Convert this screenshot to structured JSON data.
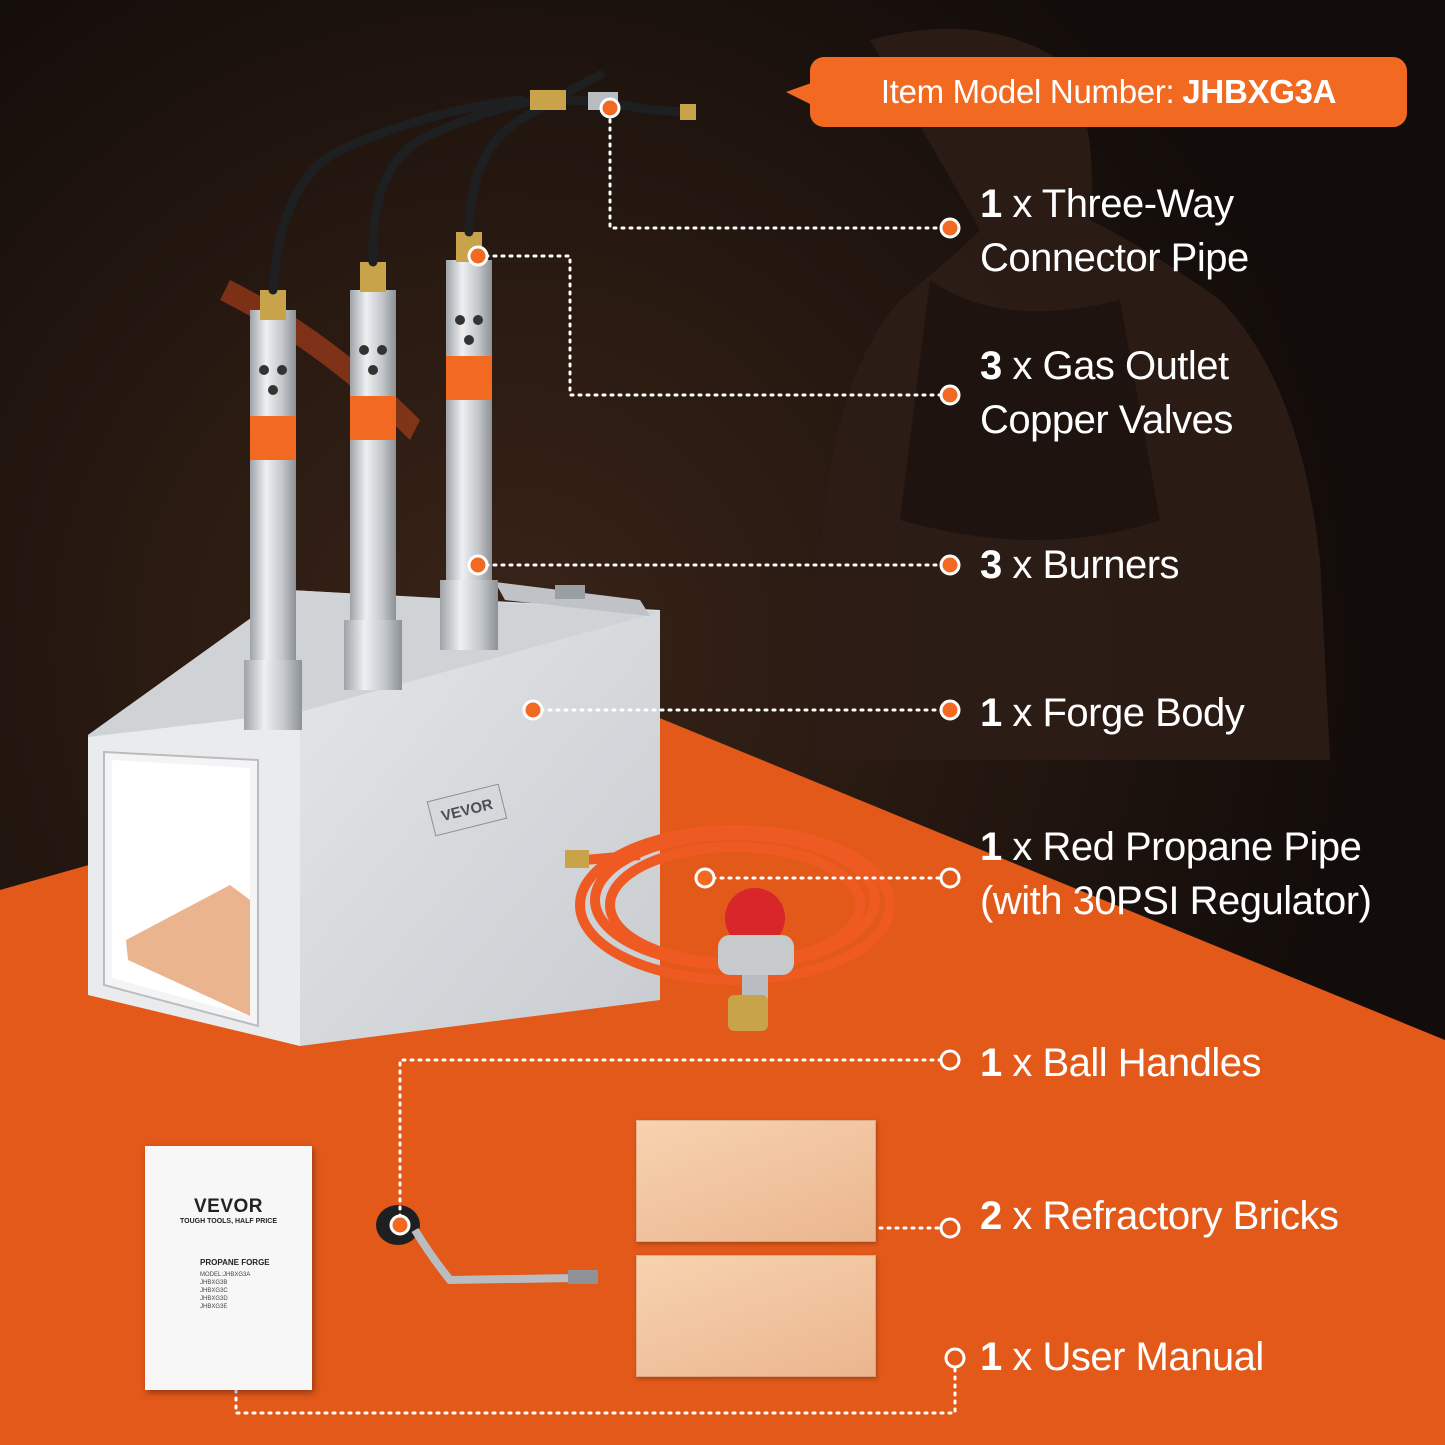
{
  "badge": {
    "label": "Item Model Number:",
    "model": "JHBXG3A"
  },
  "colors": {
    "accent": "#f26a22",
    "panel_orange": "#e2591a",
    "text_white": "#ffffff"
  },
  "items": [
    {
      "qty": "1",
      "line1": " x Three-Way",
      "line2": "Connector Pipe"
    },
    {
      "qty": "3",
      "line1": " x Gas Outlet",
      "line2": "Copper Valves"
    },
    {
      "qty": "3",
      "line1": " x Burners",
      "line2": ""
    },
    {
      "qty": "1",
      "line1": " x Forge Body",
      "line2": ""
    },
    {
      "qty": "1",
      "line1": " x Red Propane Pipe",
      "line2": "(with 30PSI Regulator)"
    },
    {
      "qty": "1",
      "line1": " x Ball Handles",
      "line2": ""
    },
    {
      "qty": "2",
      "line1": " x Refractory Bricks",
      "line2": ""
    },
    {
      "qty": "1",
      "line1": " x User Manual",
      "line2": ""
    }
  ],
  "product": {
    "plate_brand": "VEVOR"
  },
  "manual": {
    "brand": "VEVOR",
    "tagline": "TOUGH TOOLS, HALF PRICE",
    "title": "PROPANE FORGE",
    "models": [
      "MODEL:JHBXG3A",
      "JHBXG3B",
      "JHBXG3C",
      "JHBXG3D",
      "JHBXG3E"
    ]
  }
}
